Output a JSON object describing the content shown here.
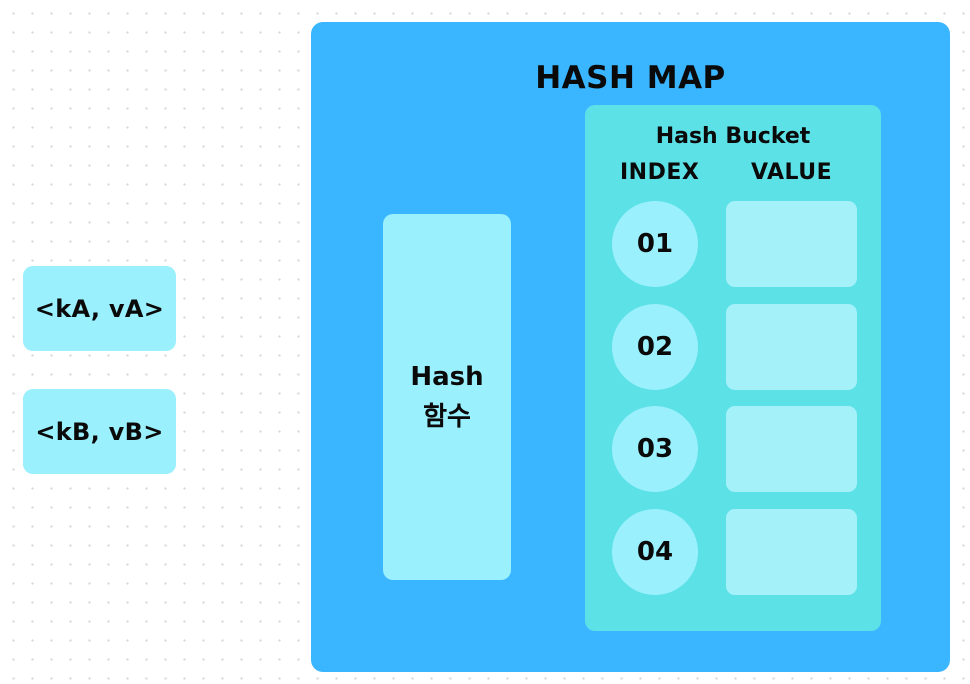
{
  "colors": {
    "hashmap_bg": "#3ab5ff",
    "bucket_bg": "#5ce1e6",
    "light_box": "#9af0fd",
    "value_slot": "#a4f1fa",
    "text": "#0a0a0a"
  },
  "entries": [
    {
      "label": "<kA, vA>"
    },
    {
      "label": "<kB, vB>"
    }
  ],
  "hashmap": {
    "title": "HASH MAP",
    "hash_function": {
      "line1": "Hash",
      "line2": "함수"
    },
    "bucket": {
      "title": "Hash Bucket",
      "index_header": "INDEX",
      "value_header": "VALUE",
      "rows": [
        {
          "index": "01",
          "value": ""
        },
        {
          "index": "02",
          "value": ""
        },
        {
          "index": "03",
          "value": ""
        },
        {
          "index": "04",
          "value": ""
        }
      ]
    }
  }
}
